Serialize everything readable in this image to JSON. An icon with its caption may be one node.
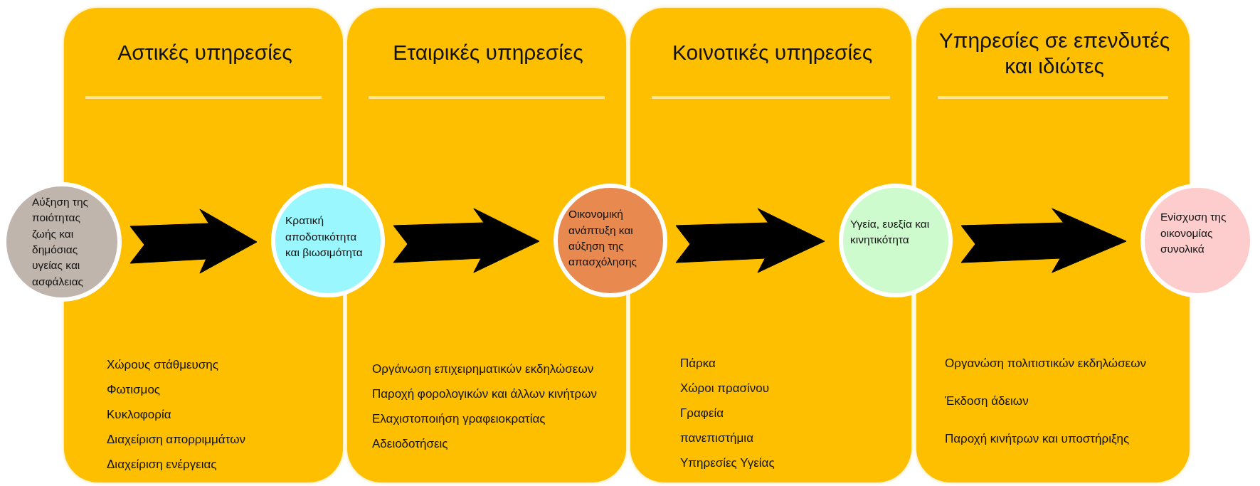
{
  "diagram": {
    "nodes": [
      {
        "text": [
          "Αστικές υπηρεσίες",
          "Χώρους στάθμευσης",
          "Φωτισμος",
          "Κυκλοφορία",
          "Διαχείριση απορριμμάτων",
          "Διαχείριση ενέργειας"
        ]
      },
      {
        "text": [
          "Εταιρικές υπηρεσίες",
          "Οργάνωση επιχειρηματικών εκδηλώσεων",
          "Παροχή φορολογικών και άλλων κινήτρων",
          "Ελαχιστοποιήση γραφειοκρατίας",
          "Αδειοδοτήσεις"
        ]
      },
      {
        "text": [
          "Κοινοτικές υπηρεσίες",
          "Πάρκα",
          "Χώροι πρασίνου",
          "Γραφεία",
          "πανεπιστήμια",
          "Υπηρεσίες Υγείας"
        ]
      },
      {
        "text": [
          "Υπηρεσίες σε επενδυτές και ιδιώτες",
          "Οργανώση πολιτιστικών εκδηλώσεων",
          "Έκδοση άδειων",
          "Παροχή κινήτρων και υποστήριξης"
        ]
      },
      {
        "text": [
          "Αύξηση της ποιότητας ζωής και δημόσιας υγείας και ασφάλειας"
        ]
      },
      {
        "text": [
          "Κρατική αποδοτικότητα και βιωσιμότητα"
        ]
      },
      {
        "text": [
          "Οικονομική ανάπτυξη και αύξηση της απασχόλησης"
        ]
      },
      {
        "text": [
          "Υγεία, ευεξία και κινητικότητα"
        ]
      },
      {
        "text": [
          "Ενίσχυση της οικονομίας συνολικά"
        ]
      }
    ],
    "edges": [
      {
        "from": 4,
        "to": 5,
        "arrow": "to"
      },
      {
        "from": 5,
        "to": 6,
        "arrow": "to"
      },
      {
        "from": 6,
        "to": 7,
        "arrow": "to"
      },
      {
        "from": 7,
        "to": 8,
        "arrow": "to"
      }
    ]
  }
}
